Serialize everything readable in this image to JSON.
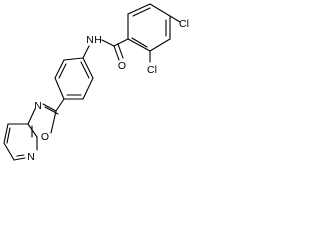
{
  "molecule": {
    "atoms": {
      "cl_top": "Cl",
      "cl_mid": "Cl",
      "amide_n": "N",
      "amide_h": "H",
      "carbonyl_o": "O",
      "oxazole_n": "N",
      "oxazole_o": "O",
      "pyridine_n": "N"
    }
  }
}
